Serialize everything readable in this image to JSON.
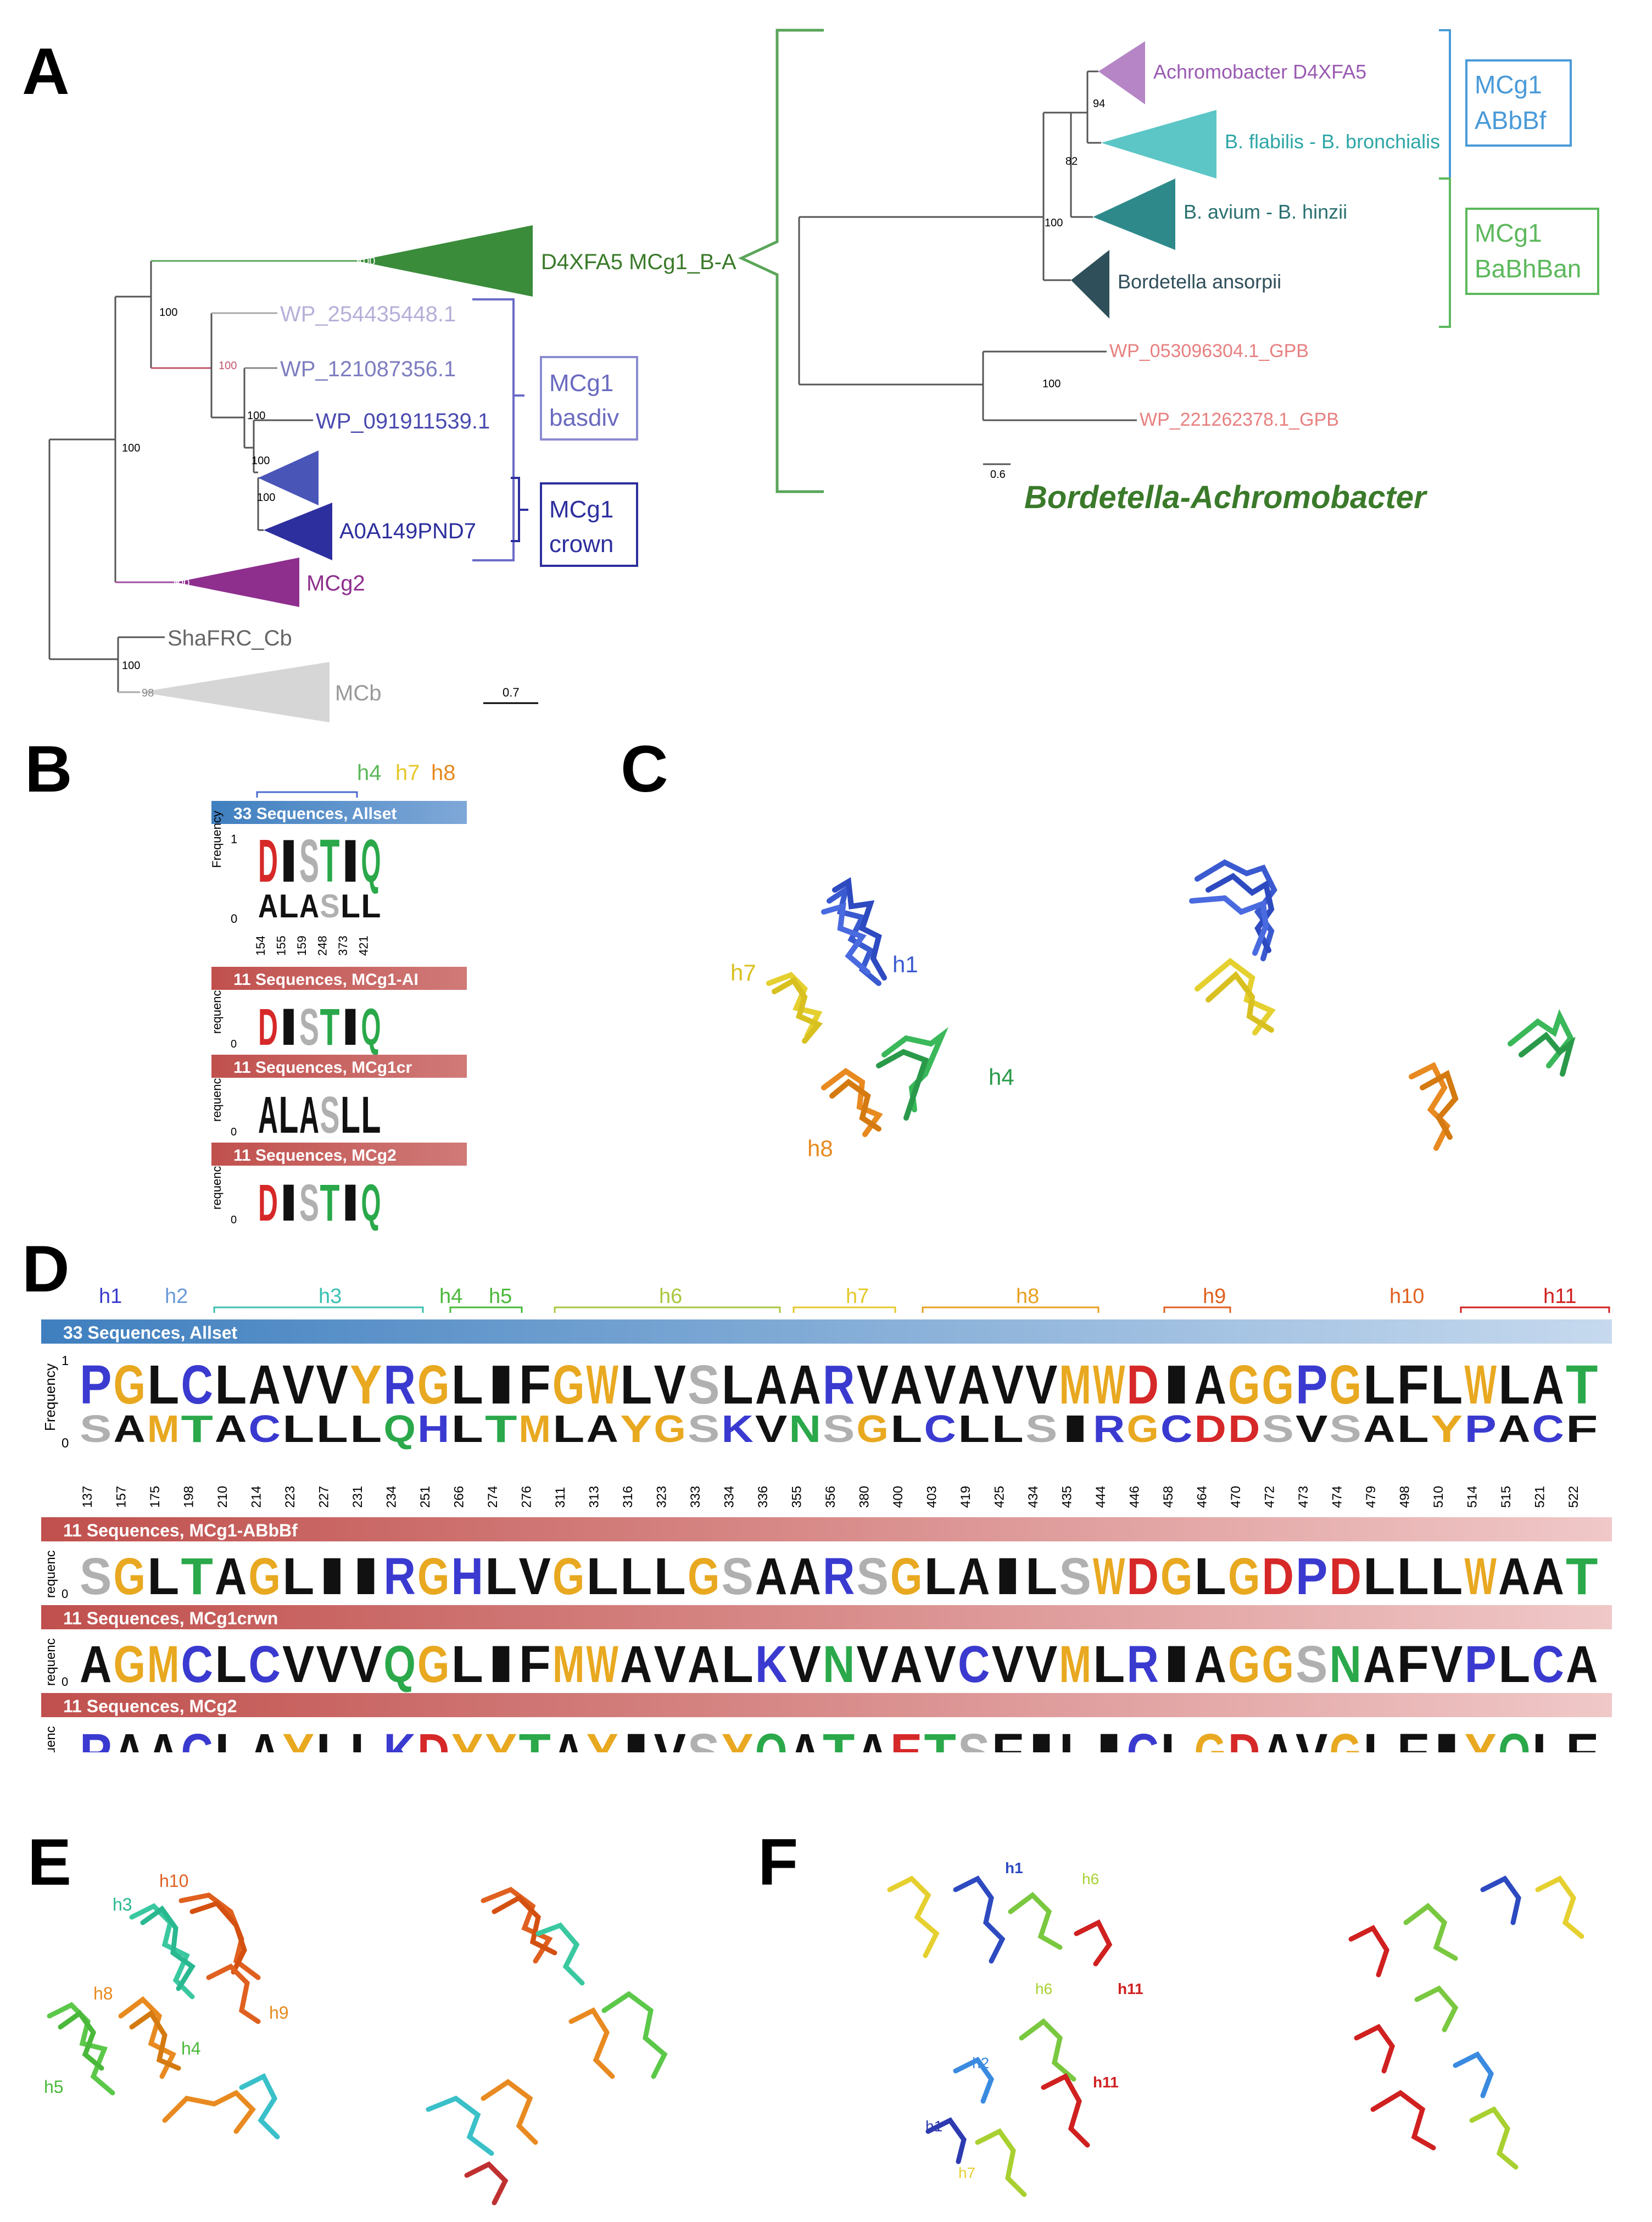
{
  "panels": {
    "a": "A",
    "b": "B",
    "c": "C",
    "d": "D",
    "e": "E",
    "f": "F"
  },
  "treeA": {
    "clades": {
      "d4x": "D4XFA5 MCg1_B-A",
      "wp1": "WP_254435448.1",
      "wp2": "WP_121087356.1",
      "wp3": "WP_091911539.1",
      "a0a": "A0A149PND7",
      "mcg2": "MCg2",
      "sha": "ShaFRC_Cb",
      "mcb": "MCb"
    },
    "boot": {
      "b100": "100",
      "b98": "98"
    },
    "groups": {
      "basdiv_1": "MCg1",
      "basdiv_2": "basdiv",
      "crown_1": "MCg1",
      "crown_2": "crown"
    },
    "scale": "0.7"
  },
  "treeBA": {
    "clades": {
      "achro": "Achromobacter D4XFA5",
      "bfla": "B. flabilis - B. bronchialis",
      "bavi": "B. avium - B. hinzii",
      "bans": "Bordetella ansorpii",
      "wp5": "WP_053096304.1_GPB",
      "wp6": "WP_221262378.1_GPB"
    },
    "boot": {
      "b94": "94",
      "b82": "82",
      "b100": "100"
    },
    "groups": {
      "abbf_1": "MCg1",
      "abbf_2": "ABbBf",
      "babh_1": "MCg1",
      "babh_2": "BaBhBan"
    },
    "scale": "0.6",
    "title": "Bordetella-Achromobacter"
  },
  "logoB": {
    "helices": {
      "h4": "h4",
      "h7": "h7",
      "h8": "h8"
    },
    "bars": [
      "33 Sequences, Allset",
      "11 Sequences, MCg1-AI",
      "11 Sequences, MCg1cr",
      "11 Sequences, MCg2"
    ],
    "positions": [
      "154",
      "155",
      "159",
      "248",
      "373",
      "421"
    ],
    "ylabel": "Frequency",
    "ylabel_short": "requenc",
    "tick1": "1",
    "tick0": "0",
    "top": [
      "D",
      "I",
      "S",
      "T",
      "I",
      "Q"
    ],
    "bottom": [
      "A",
      "L",
      "A",
      "S",
      "L",
      "L"
    ]
  },
  "panelC": {
    "h1": "h1",
    "h7": "h7",
    "h4": "h4",
    "h8": "h8"
  },
  "logoD": {
    "helices": [
      "h1",
      "h2",
      "h3",
      "h4",
      "h5",
      "h6",
      "h7",
      "h8",
      "h9",
      "h10",
      "h11"
    ],
    "bars": [
      "33 Sequences, Allset",
      "11 Sequences, MCg1-ABbBf",
      "11 Sequences, MCg1crwn",
      "11 Sequences, MCg2"
    ],
    "ylabel": "Frequency",
    "ylabel_short": "requenc",
    "tick1": "1",
    "tick0": "0",
    "positions": [
      "137",
      "157",
      "175",
      "198",
      "210",
      "214",
      "223",
      "227",
      "231",
      "234",
      "251",
      "266",
      "274",
      "276",
      "311",
      "313",
      "316",
      "323",
      "333",
      "334",
      "336",
      "355",
      "356",
      "380",
      "400",
      "403",
      "419",
      "425",
      "434",
      "435",
      "444",
      "446",
      "458",
      "464",
      "470",
      "472",
      "473",
      "474",
      "479",
      "498",
      "510",
      "514",
      "515",
      "521",
      "522"
    ],
    "row1_top": "PGLCLAVVYRGLIFGWLVSLAARVAVAVVMWDIAGGPGLFLWLAT",
    "row1_bot": "SAMTACLLLQHLTMLAYGSKVNSGLCLLSIRGCDDSVSALYPACF",
    "row2": "SGLTAGLIIRGHLVGLLLGSAARSGLAILSWDGLGDPDLLLWAAT",
    "row3": "AGMCLCVVVQGLIFMWAVALKVNVAVCVVMLRIAGGSNAFVPLCA",
    "row4": "PAACLAYLLKDYYTAYIVSYQATAETSFILICLGDAVGLFIYQLF"
  },
  "panelE": {
    "h3": "h3",
    "h10": "h10",
    "h8": "h8",
    "h9": "h9",
    "h5": "h5",
    "h4": "h4"
  },
  "panelF": {
    "h1a": "h1",
    "h6a": "h6",
    "h11a": "h11",
    "h6b": "h6",
    "h2": "h2",
    "h11b": "h11",
    "h1b": "h1",
    "h7": "h7"
  },
  "colors": {
    "green_dark": "#3a8c3a",
    "purple": "#8e2f8e",
    "blue_dark": "#2d2f9e",
    "blue_mid": "#4a55b8",
    "lavender": "#9a9ad4",
    "grey": "#cfcfcf",
    "salmon": "#e88080",
    "teal": "#5cc6c6",
    "teal_dark": "#2e8a8a",
    "slate": "#2f4f5a",
    "achro": "#b585c6",
    "mcg1_blue": "#4a9ad8",
    "mcg1_green": "#5cb85c",
    "bar_blue": "#3f7fbf",
    "bar_red": "#c0504d"
  }
}
